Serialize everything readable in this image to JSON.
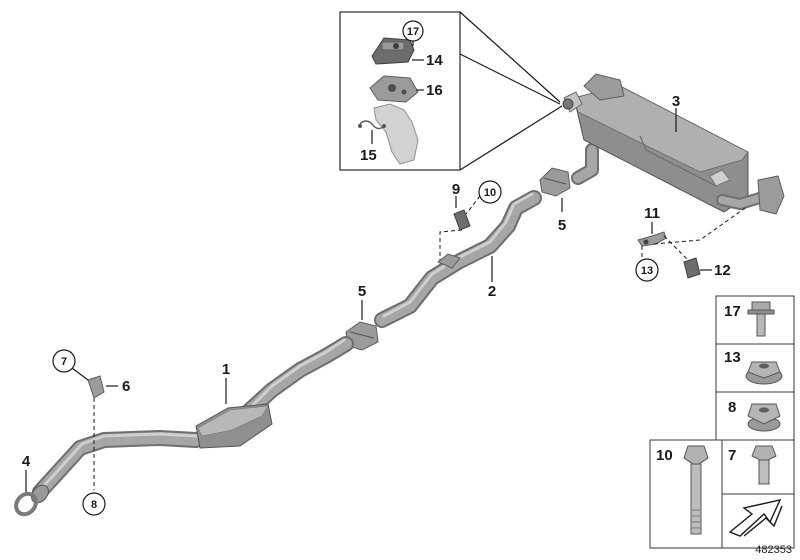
{
  "diagram": {
    "id": "482353",
    "callouts": {
      "c1": "1",
      "c2": "2",
      "c3": "3",
      "c4": "4",
      "c5a": "5",
      "c5b": "5",
      "c6": "6",
      "c7": "7",
      "c8": "8",
      "c9": "9",
      "c10": "10",
      "c11": "11",
      "c12": "12",
      "c13": "13",
      "c14": "14",
      "c15": "15",
      "c16": "16",
      "c17": "17"
    },
    "hardware_table": {
      "r17": "17",
      "r13": "13",
      "r8": "8",
      "r10": "10",
      "r7": "7"
    }
  }
}
